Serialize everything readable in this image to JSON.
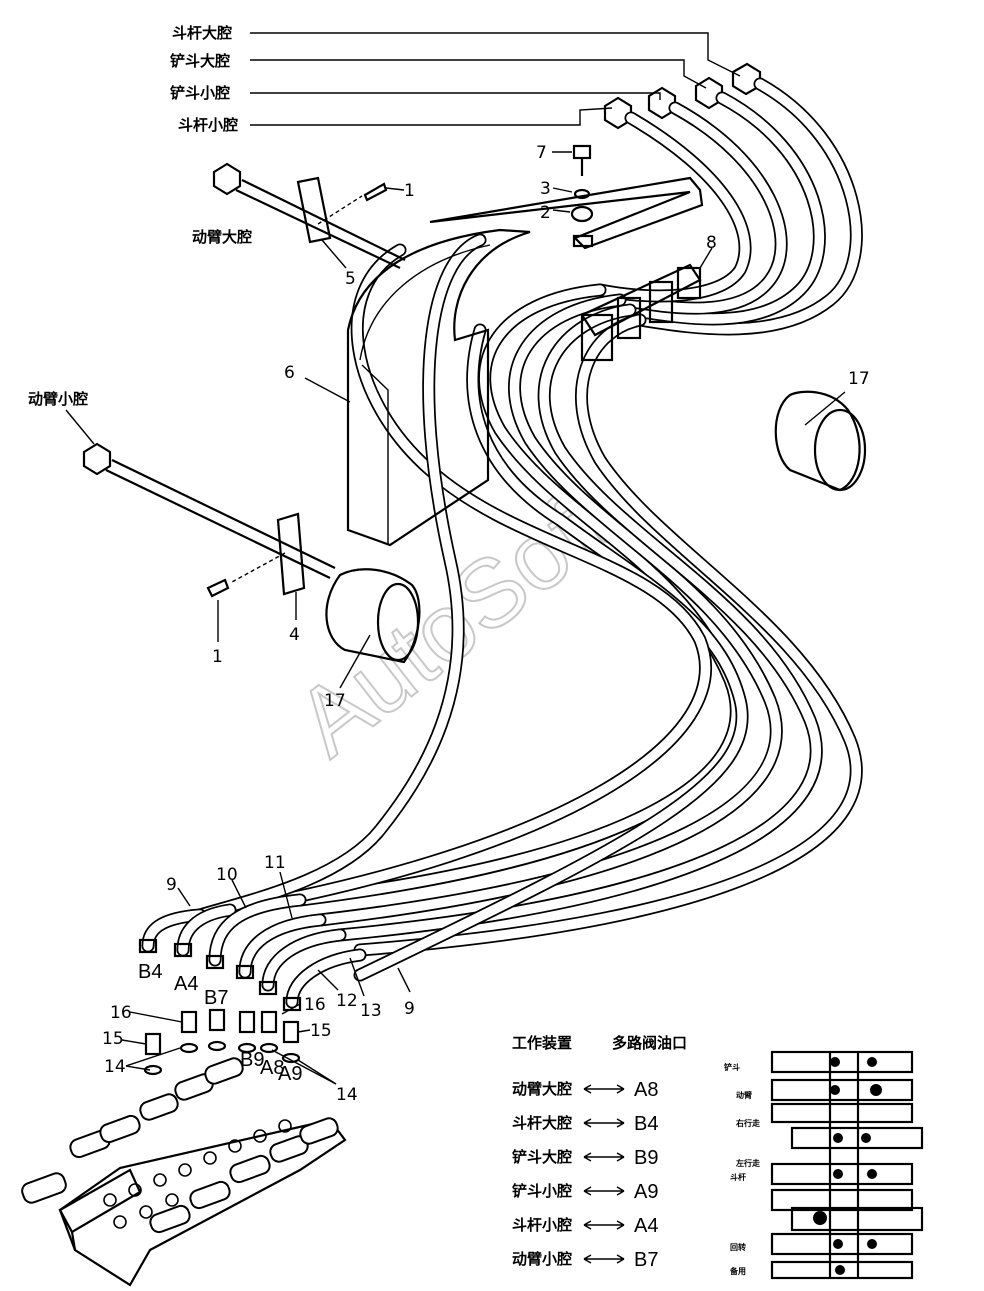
{
  "watermark": "AutoSoft",
  "hose_labels": {
    "arm_large": "斗杆大腔",
    "bucket_large": "铲斗大腔",
    "bucket_small": "铲斗小腔",
    "arm_small": "斗杆小腔",
    "boom_large": "动臂大腔",
    "boom_small": "动臂小腔"
  },
  "part_numbers": {
    "p1a": "1",
    "p1b": "1",
    "p2": "2",
    "p3": "3",
    "p4": "4",
    "p5": "5",
    "p6": "6",
    "p7": "7",
    "p8": "8",
    "p9a": "9",
    "p9b": "9",
    "p10": "10",
    "p11": "11",
    "p12": "12",
    "p13": "13",
    "p14a": "14",
    "p14b": "14",
    "p15a": "15",
    "p15b": "15",
    "p16a": "16",
    "p16b": "16",
    "p17a": "17",
    "p17b": "17"
  },
  "valve_ports": {
    "b4": "B4",
    "a4": "A4",
    "b7": "B7",
    "b9": "B9",
    "a8": "A8",
    "a9": "A9"
  },
  "table": {
    "header_left": "工作装置",
    "header_right": "多路阀油口",
    "rows": [
      {
        "device": "动臂大腔",
        "port": "A8"
      },
      {
        "device": "斗杆大腔",
        "port": "B4"
      },
      {
        "device": "铲斗大腔",
        "port": "B9"
      },
      {
        "device": "铲斗小腔",
        "port": "A9"
      },
      {
        "device": "斗杆小腔",
        "port": "A4"
      },
      {
        "device": "动臂小腔",
        "port": "B7"
      }
    ]
  },
  "schematic_labels": [
    "铲斗",
    "动臂",
    "右行走",
    "左行走",
    "斗杆",
    "回转",
    "备用"
  ],
  "colors": {
    "line": "#000000",
    "background": "#ffffff",
    "watermark": "#c8c8c8"
  }
}
